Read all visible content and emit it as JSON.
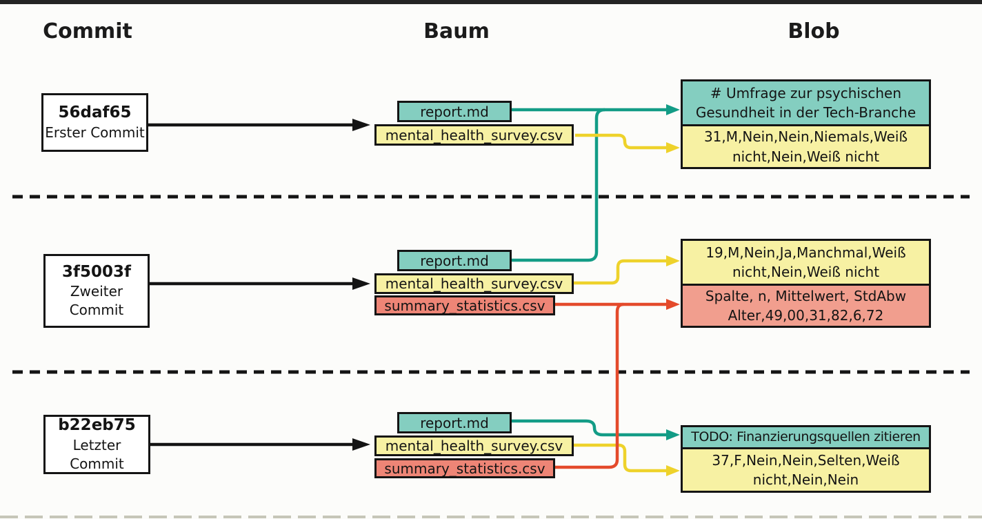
{
  "headers": {
    "commit": "Commit",
    "tree": "Baum",
    "blob": "Blob"
  },
  "colors": {
    "background": "#fcfcfa",
    "teal_fill": "#84cec0",
    "yellow_fill": "#f7f1a3",
    "red_fill": "#ee8576",
    "blob_red_fill": "#f19e8e",
    "teal_line": "#139c86",
    "yellow_line": "#eed22b",
    "red_line": "#e44a2b",
    "black": "#141414"
  },
  "commits": [
    {
      "hash": "56daf65",
      "label": "Erster Commit"
    },
    {
      "hash": "3f5003f",
      "label": "Zweiter\nCommit"
    },
    {
      "hash": "b22eb75",
      "label": "Letzter Commit"
    }
  ],
  "trees": [
    {
      "files": [
        {
          "name": "report.md",
          "color": "teal"
        },
        {
          "name": "mental_health_survey.csv",
          "color": "yellow"
        }
      ]
    },
    {
      "files": [
        {
          "name": "report.md",
          "color": "teal"
        },
        {
          "name": "mental_health_survey.csv",
          "color": "yellow"
        },
        {
          "name": "summary_statistics.csv",
          "color": "red"
        }
      ]
    },
    {
      "files": [
        {
          "name": "report.md",
          "color": "teal"
        },
        {
          "name": "mental_health_survey.csv",
          "color": "yellow"
        },
        {
          "name": "summary_statistics.csv",
          "color": "red"
        }
      ]
    }
  ],
  "blobs": [
    {
      "sections": [
        {
          "id": "blob1-teal",
          "color": "teal",
          "text": "# Umfrage zur psychischen\nGesundheit in der Tech-Branche"
        },
        {
          "id": "blob1-yellow",
          "color": "yellow",
          "text": "31,M,Nein,Nein,Niemals,Weiß\nnicht,Nein,Weiß nicht"
        }
      ]
    },
    {
      "sections": [
        {
          "id": "blob2-yellow",
          "color": "yellow",
          "text": "19,M,Nein,Ja,Manchmal,Weiß\nnicht,Nein,Weiß nicht"
        },
        {
          "id": "blob2-red",
          "color": "red",
          "text": "Spalte, n, Mittelwert, StdAbw\nAlter,49,00,31,82,6,72"
        }
      ]
    },
    {
      "sections": [
        {
          "id": "blob3-teal",
          "color": "teal",
          "text": "TODO: Finanzierungsquellen zitieren"
        },
        {
          "id": "blob3-yellow",
          "color": "yellow",
          "text": "37,F,Nein,Nein,Selten,Weiß\nnicht,Nein,Nein"
        }
      ]
    }
  ],
  "links": [
    {
      "from": "commit 56daf65",
      "to": "tree-1",
      "color": "black"
    },
    {
      "from": "commit 3f5003f",
      "to": "tree-2",
      "color": "black"
    },
    {
      "from": "commit b22eb75",
      "to": "tree-3",
      "color": "black"
    },
    {
      "from": "tree-1 report.md",
      "to": "blob1-teal",
      "color": "teal"
    },
    {
      "from": "tree-1 mental_health_survey.csv",
      "to": "blob1-yellow",
      "color": "yellow"
    },
    {
      "from": "tree-2 report.md",
      "to": "blob1-teal",
      "color": "teal"
    },
    {
      "from": "tree-2 mental_health_survey.csv",
      "to": "blob2-yellow",
      "color": "yellow"
    },
    {
      "from": "tree-2 summary_statistics.csv",
      "to": "blob2-red",
      "color": "red"
    },
    {
      "from": "tree-3 report.md",
      "to": "blob3-teal",
      "color": "teal"
    },
    {
      "from": "tree-3 mental_health_survey.csv",
      "to": "blob3-yellow",
      "color": "yellow"
    },
    {
      "from": "tree-3 summary_statistics.csv",
      "to": "blob2-red",
      "color": "red"
    }
  ]
}
